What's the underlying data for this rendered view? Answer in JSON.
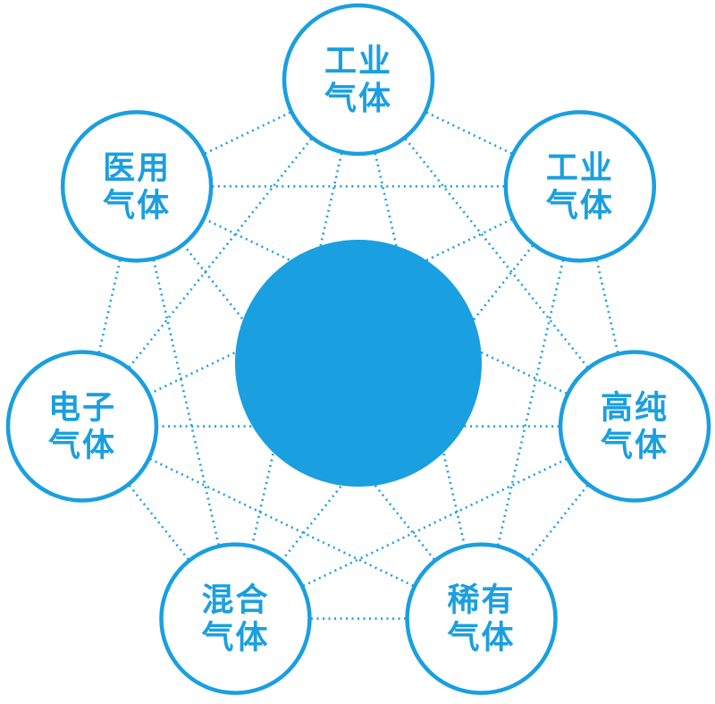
{
  "diagram": {
    "type": "hub-network",
    "description": "Central solid circle surrounded by seven outlined circles, all interconnected with dotted lines (complete graph)",
    "colors": {
      "accent": "#1a9fe0",
      "node_fill": "#ffffff",
      "background": "#ffffff",
      "label_text": "#1a9fe0"
    },
    "hub": {
      "label": ""
    },
    "nodes": [
      {
        "id": "top",
        "label": "工业气体",
        "label_lines": [
          "工业",
          "气体"
        ]
      },
      {
        "id": "top-right",
        "label": "工业气体",
        "label_lines": [
          "工业",
          "气体"
        ]
      },
      {
        "id": "right",
        "label": "高纯气体",
        "label_lines": [
          "高纯",
          "气体"
        ]
      },
      {
        "id": "bottom-right",
        "label": "稀有气体",
        "label_lines": [
          "稀有",
          "气体"
        ]
      },
      {
        "id": "bottom-left",
        "label": "混合气体",
        "label_lines": [
          "混合",
          "气体"
        ]
      },
      {
        "id": "left",
        "label": "电子气体",
        "label_lines": [
          "电子",
          "气体"
        ]
      },
      {
        "id": "top-left",
        "label": "医用气体",
        "label_lines": [
          "医用",
          "气体"
        ]
      }
    ],
    "edges": "all-pairs-dotted"
  }
}
